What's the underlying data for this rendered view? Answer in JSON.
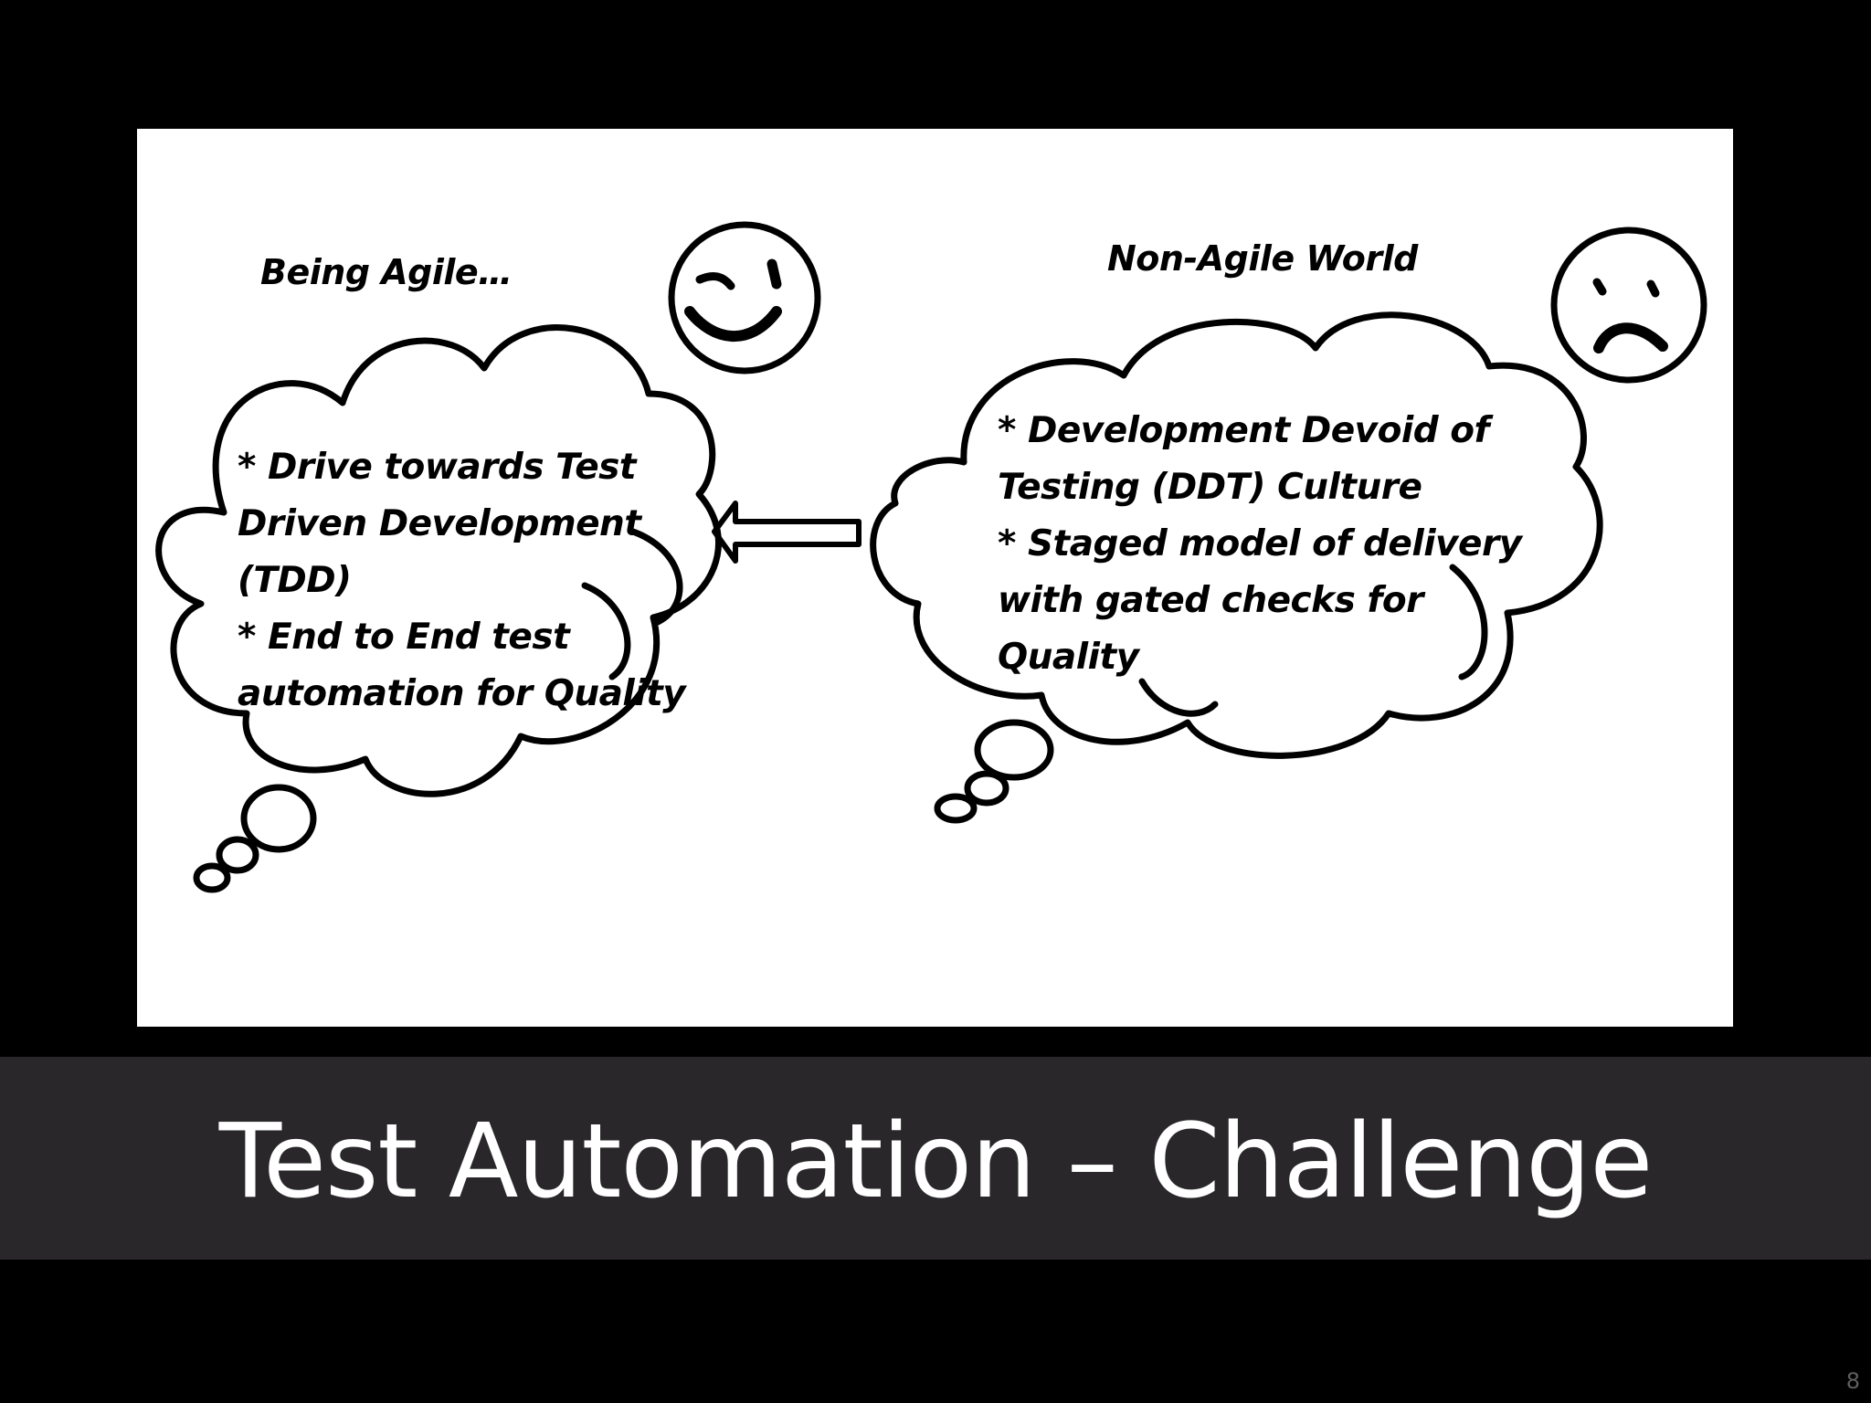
{
  "slide": {
    "title": "Test Automation – Challenge",
    "page_number": "8"
  },
  "diagram": {
    "left": {
      "heading": "Being Agile…",
      "face": "winking-smiley-face-icon",
      "text": "* Drive towards Test\nDriven Development\n(TDD)\n* End to End test\nautomation for Quality"
    },
    "right": {
      "heading": "Non-Agile World",
      "face": "sad-face-icon",
      "text": "* Development Devoid of\nTesting (DDT)  Culture\n* Staged model of delivery\nwith gated checks for\nQuality"
    },
    "connector": "left-arrow-icon"
  },
  "colors": {
    "background": "#000000",
    "title_band": "#29272a",
    "title_text": "#ffffff",
    "picture_background": "#ffffff",
    "ink": "#000000",
    "page_number": "#5f5f5f"
  }
}
